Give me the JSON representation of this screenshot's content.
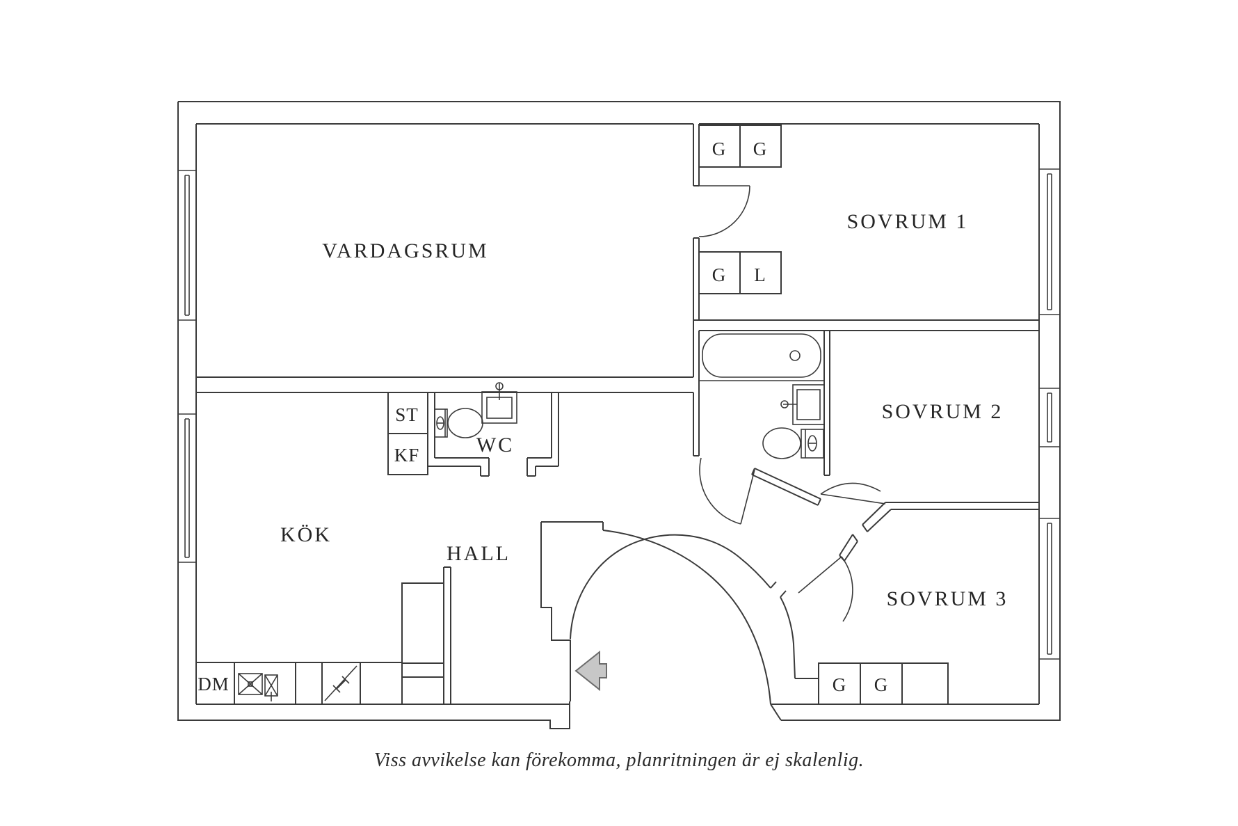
{
  "plan": {
    "rooms": {
      "vardagsrum": "VARDAGSRUM",
      "sovrum1": "SOVRUM 1",
      "sovrum2": "SOVRUM 2",
      "sovrum3": "SOVRUM 3",
      "kok": "KÖK",
      "hall": "HALL",
      "wc": "WC"
    },
    "closets": {
      "g": "G",
      "l": "L",
      "st": "ST",
      "kf": "KF",
      "dm": "DM"
    },
    "caption": "Viss avvikelse kan förekomma, planritningen är ej skalenlig.",
    "colors": {
      "line": "#3a3a3a",
      "arrow_fill": "#c7c7c7",
      "arrow_stroke": "#6b6b6b",
      "background": "#ffffff"
    }
  }
}
